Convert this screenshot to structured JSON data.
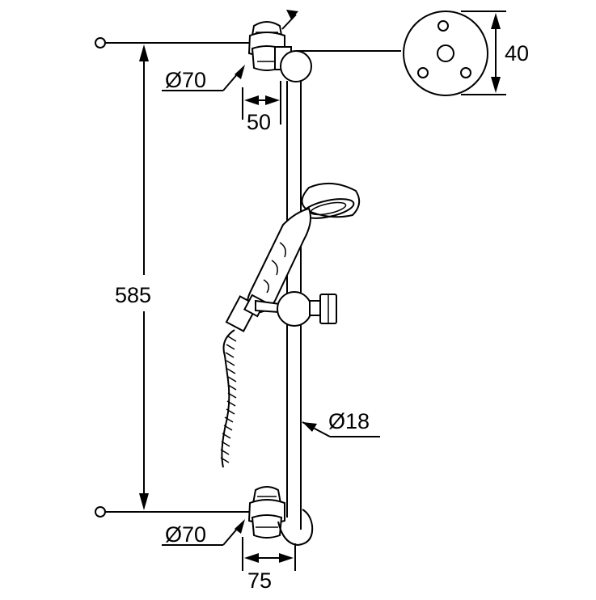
{
  "diagram": {
    "labels": {
      "top_rosette_diameter": "Ø70",
      "bottom_rosette_diameter": "Ø70",
      "top_offset": "50",
      "bottom_offset": "75",
      "bar_length": "585",
      "rosette_height": "40",
      "bar_diameter": "Ø18"
    }
  }
}
